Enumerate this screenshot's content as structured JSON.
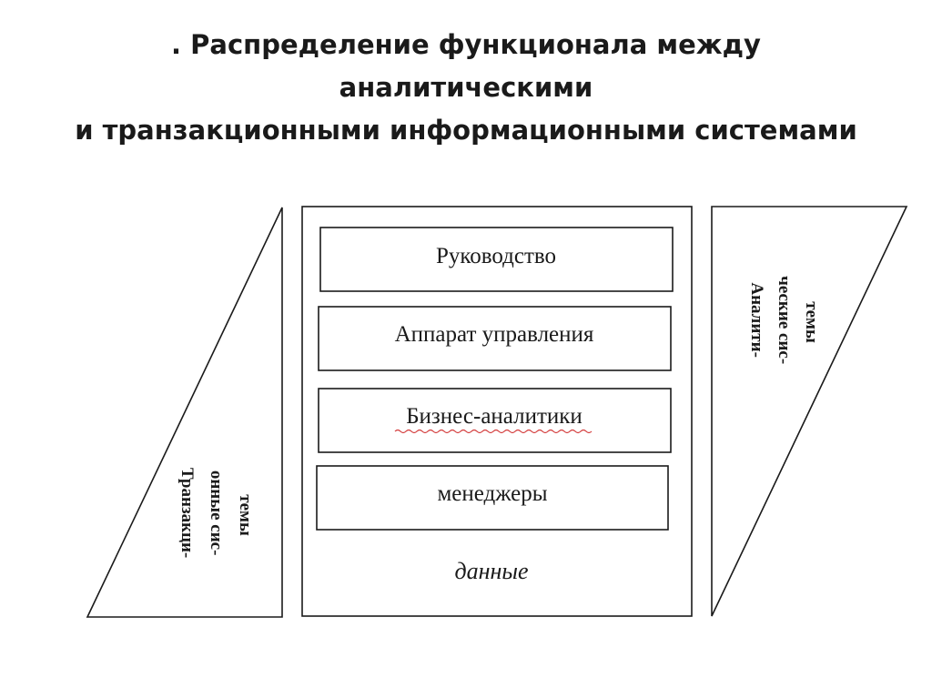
{
  "title": {
    "line1": ". Распределение функционала между",
    "line2": "аналитическими",
    "line3": "и транзакционными информационными системами"
  },
  "center": {
    "levels": [
      "Руководство",
      "Аппарат управления",
      "Бизнес-аналитики",
      "менеджеры"
    ],
    "data_label": "данные"
  },
  "left_panel": {
    "lines": [
      "Транзакци-",
      "онные сис-",
      "темы"
    ]
  },
  "right_panel": {
    "lines": [
      "Аналити-",
      "ческие сис-",
      "темы"
    ]
  },
  "colors": {
    "stroke": "#1a1a1a",
    "text": "#1a1a1a",
    "spellcheck_underline": "#d33b3b"
  }
}
